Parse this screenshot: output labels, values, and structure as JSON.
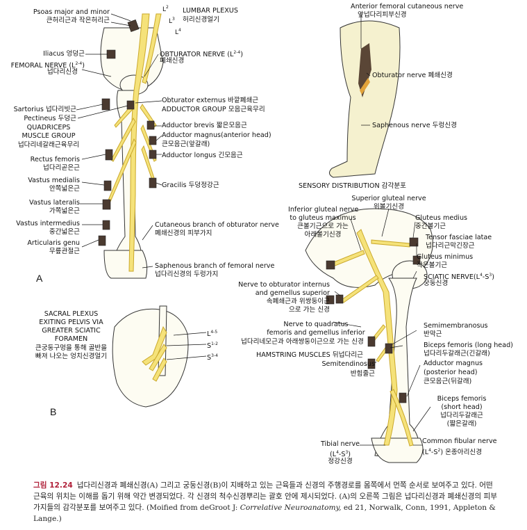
{
  "colors": {
    "nerve": "#f5e27a",
    "nerve_outline": "#caa82a",
    "bone": "#fdfcf2",
    "muscle": "#4a3a30",
    "leg": "#f5f1cf",
    "caption_accent": "#b0213a"
  },
  "panel_letters": {
    "a": "A",
    "b": "B"
  },
  "panel_a": {
    "plexus_title": "LUMBAR PLEXUS",
    "plexus_ko": "허리신경얼기",
    "roots": [
      "L",
      "2",
      "L",
      "3",
      "L",
      "4"
    ],
    "psoas": "Psoas major and minor",
    "psoas_ko": "큰허리근과 작은허리근",
    "iliacus": "Iliacus 엉덩근",
    "femoral_nerve": "FEMORAL NERVE (L",
    "femoral_sup": "2-4",
    "femoral_close": ")",
    "femoral_ko": "넙다리신경",
    "obturator_nerve": "OBTURATOR NERVE (L",
    "obturator_sup": "2-4",
    "obturator_close": ")",
    "obturator_ko": "폐쇄신경",
    "obturator_externus": "Obturator externus 바깥폐쇄근",
    "adductor_group": "ADDUCTOR GROUP 모음근육무리",
    "sartorius": "Sartorius 넙다리빗근",
    "pectineus": "Pectineus 두덩근",
    "quadriceps_1": "QUADRICEPS",
    "quadriceps_2": "MUSCLE GROUP",
    "quadriceps_ko": "넙다리네갈래근육무리",
    "adductor_brevis": "Adductor brevis 짧은모음근",
    "adductor_magnus": "Adductor magnus(anterior head)",
    "adductor_magnus_ko": "큰모음근(앞갈래)",
    "adductor_longus": "Adductor longus 긴모음근",
    "rectus": "Rectus femoris",
    "rectus_ko": "넙다리곧은근",
    "vastus_medialis": "Vastus medialis",
    "vastus_medialis_ko": "안쪽넓은근",
    "gracilis": "Gracilis 두덩정강근",
    "vastus_lateralis": "Vastus lateralis",
    "vastus_lateralis_ko": "가쪽넓은근",
    "vastus_intermedius": "Vastus intermedius",
    "vastus_intermedius_ko": "중간넓은근",
    "articularis": "Articularis genu",
    "articularis_ko": "무릎관절근",
    "cutaneous_obturator": "Cutaneous branch of obturator nerve",
    "cutaneous_obturator_ko": "폐쇄신경의 피부가지",
    "saphenous_branch": "Saphenous branch of femoral nerve",
    "saphenous_branch_ko": "넙다리신경의 두렁가지"
  },
  "sensory": {
    "anterior_cutaneous": "Anterior femoral cutaneous nerve",
    "anterior_cutaneous_ko": "앞넙다리피부신경",
    "obturator": "Obturator nerve 폐쇄신경",
    "saphenous": "Saphenous nerve 두렁신경",
    "title": "SENSORY DISTRIBUTION 감각분포"
  },
  "panel_b": {
    "line1": "SACRAL PLEXUS",
    "line2": "EXITING PELVIS VIA",
    "line3": "GREATER SCIATIC",
    "line4": "FORAMEN",
    "ko1": "큰궁둥구멍을 통해 골반을",
    "ko2": "빠져 나오는 엉치신경얼기",
    "roots": [
      "L",
      "4-5",
      "S",
      "1-2",
      "S",
      "3-4"
    ]
  },
  "panel_c": {
    "superior_gluteal": "Superior gluteal nerve",
    "superior_gluteal_ko": "위볼기신경",
    "inferior_gluteal_1": "Inferior gluteal nerve",
    "inferior_gluteal_2": "to gluteus maximus",
    "inferior_gluteal_ko1": "큰볼기근으로 가는",
    "inferior_gluteal_ko2": "아래볼기신경",
    "gluteus_medius": "Gluteus medius",
    "gluteus_medius_ko": "중간볼기근",
    "tensor": "Tensor fasciae latae",
    "tensor_ko": "넙다리근막긴장근",
    "gluteus_minimus": "Gluteus minimus",
    "gluteus_minimus_ko": "작은볼기근",
    "sciatic": "SCIATIC NERVE(L",
    "sciatic_sup1": "4",
    "sciatic_mid": "-S",
    "sciatic_sup2": "3",
    "sciatic_close": ")",
    "sciatic_ko": "궁둥신경",
    "obturator_internus_1": "Nerve to obturator internus",
    "obturator_internus_2": "and gemellus superior",
    "obturator_internus_ko1": "속폐쇄근과 위쌍둥이근",
    "obturator_internus_ko2": "으로 가는 신경",
    "quadratus_1": "Nerve to quadratus",
    "quadratus_2": "femoris and gemellus inferior",
    "quadratus_ko": "넙다리네모근과 아래쌍둥이근으로 가는 신경",
    "semimembranosus": "Semimembranosus",
    "semimembranosus_ko": "반막근",
    "hamstring": "HAMSTRING MUSCLES 뒤넙다리근",
    "biceps_long": "Biceps femoris (long head)",
    "biceps_long_ko": "넙다리두갈래근(긴갈래)",
    "semitendinosus": "Semitendinosus",
    "semitendinosus_ko": "반힘줄근",
    "adductor_magnus_1": "Adductor magnus",
    "adductor_magnus_2": "(posterior head)",
    "adductor_magnus_ko": "큰모음근(뒤갈래)",
    "biceps_short_1": "Biceps femoris",
    "biceps_short_2": "(short head)",
    "biceps_short_ko1": "넙다리두갈래근",
    "biceps_short_ko2": "(짧은갈래)",
    "tibial": "Tibial nerve",
    "tibial_roots_pre": "(L",
    "tibial_sup1": "4",
    "tibial_mid": "-S",
    "tibial_sup2": "3",
    "tibial_close": ")",
    "tibial_ko": "정강신경",
    "common_fibular": "Common fibular nerve",
    "common_fibular_pre": "(L",
    "common_fibular_sup1": "4",
    "common_fibular_mid": "-S",
    "common_fibular_sup2": "2",
    "common_fibular_close": ") 온종아리신경"
  },
  "caption": {
    "fig": "그림 12.24",
    "text": "넙다리신경과 폐쇄신경(A) 그리고 궁둥신경(B)이 지배하고 있는 근육들과 신경의 주행경로를 몸쪽에서 먼쪽 순서로 보여주고 있다. 어떤 근육의 위치는 이해를 돕기 위해 약간 변경되었다. 각 신경의 척수신경뿌리는 괄호 안에 제시되었다. (A)의 오른쪽 그림은 넙다리신경과 폐쇄신경의 피부가지들의 감각분포를 보여주고 있다. (Moified from deGroot J: ",
    "italic": "Correlative Neuroanatomy,",
    "text_end": " ed 21, Norwalk, Conn, 1991, Appleton & Lange.)"
  }
}
